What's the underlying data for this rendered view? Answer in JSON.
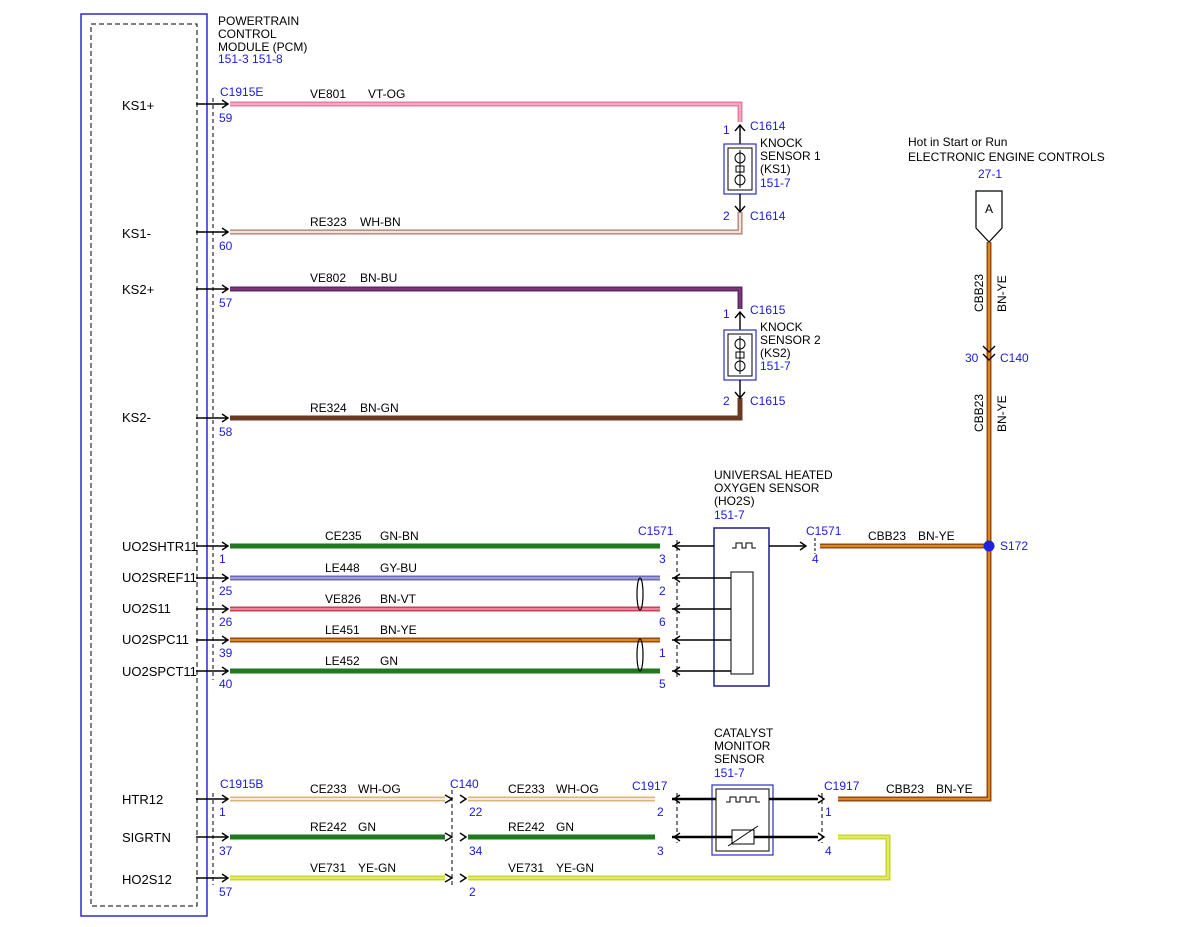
{
  "pcm": {
    "title_lines": [
      "POWERTRAIN",
      "CONTROL",
      "MODULE (PCM)"
    ],
    "ref": "151-3  151-8",
    "pins": [
      {
        "label": "KS1+"
      },
      {
        "label": "KS1-"
      },
      {
        "label": "KS2+"
      },
      {
        "label": "KS2-"
      },
      {
        "label": "UO2SHTR11"
      },
      {
        "label": "UO2SREF11"
      },
      {
        "label": "UO2S11"
      },
      {
        "label": "UO2SPC11"
      },
      {
        "label": "UO2SPCT11"
      },
      {
        "label": "HTR12"
      },
      {
        "label": "SIGRTN"
      },
      {
        "label": "HO2S12"
      }
    ]
  },
  "connectors": {
    "c1915e": "C1915E",
    "c1915b": "C1915B",
    "c1614": "C1614",
    "c1615": "C1615",
    "c1571": "C1571",
    "c1917": "C1917",
    "c140": "C140",
    "s172": "S172"
  },
  "pin_numbers": {
    "ks1_plus": "59",
    "ks1_minus": "60",
    "ks2_plus": "57",
    "ks2_minus": "58",
    "uo2shtr11": "1",
    "uo2sref11": "25",
    "uo2s11": "26",
    "uo2spc11": "39",
    "uo2spct11": "40",
    "htr12": "1",
    "sigrtn": "37",
    "ho2s12": "57",
    "c1614_top": "1",
    "c1614_bottom": "2",
    "c1615_top": "1",
    "c1615_bottom": "2",
    "c1571_heater": "3",
    "c1571_ref": "2",
    "c1571_signal": "6",
    "c1571_pc": "1",
    "c1571_pct": "5",
    "c1571_b_side": "4",
    "c140_htr": "22",
    "c140_sigrtn": "34",
    "c140_ho2s": "2",
    "c140_feed": "30",
    "c1917_htr": "2",
    "c1917_sigrtn": "3",
    "c1917_b_htr": "1",
    "c1917_b_sig": "4"
  },
  "wires": {
    "ve801": {
      "circuit": "VE801",
      "color": "VT-OG"
    },
    "re323": {
      "circuit": "RE323",
      "color": "WH-BN"
    },
    "ve802": {
      "circuit": "VE802",
      "color": "BN-BU"
    },
    "re324": {
      "circuit": "RE324",
      "color": "BN-GN"
    },
    "ce235": {
      "circuit": "CE235",
      "color": "GN-BN"
    },
    "le448": {
      "circuit": "LE448",
      "color": "GY-BU"
    },
    "ve826": {
      "circuit": "VE826",
      "color": "BN-VT"
    },
    "le451": {
      "circuit": "LE451",
      "color": "BN-YE"
    },
    "le452": {
      "circuit": "LE452",
      "color": "GN"
    },
    "ce233_a": {
      "circuit": "CE233",
      "color": "WH-OG"
    },
    "ce233_b": {
      "circuit": "CE233",
      "color": "WH-OG"
    },
    "re242_a": {
      "circuit": "RE242",
      "color": "GN"
    },
    "re242_b": {
      "circuit": "RE242",
      "color": "GN"
    },
    "ve731_a": {
      "circuit": "VE731",
      "color": "YE-GN"
    },
    "ve731_b": {
      "circuit": "VE731",
      "color": "YE-GN"
    },
    "cbb23_vertical_top": {
      "circuit": "CBB23",
      "color": "BN-YE"
    },
    "cbb23_vertical_mid": {
      "circuit": "CBB23",
      "color": "BN-YE"
    },
    "cbb23_ho2s": {
      "circuit": "CBB23",
      "color": "BN-YE"
    },
    "cbb23_cat": {
      "circuit": "CBB23",
      "color": "BN-YE"
    }
  },
  "components": {
    "ks1": {
      "lines": [
        "KNOCK",
        "SENSOR 1",
        "(KS1)"
      ],
      "ref": "151-7"
    },
    "ks2": {
      "lines": [
        "KNOCK",
        "SENSOR 2",
        "(KS2)"
      ],
      "ref": "151-7"
    },
    "ho2s": {
      "lines": [
        "UNIVERSAL HEATED",
        "OXYGEN SENSOR",
        "(HO2S)"
      ],
      "ref": "151-7"
    },
    "cat": {
      "lines": [
        "CATALYST",
        "MONITOR",
        "SENSOR"
      ],
      "ref": "151-7"
    }
  },
  "power": {
    "line1": "Hot in Start or Run",
    "line2": "ELECTRONIC ENGINE CONTROLS",
    "ref": "27-1",
    "tag": "A"
  },
  "colors": {
    "frame": "#2c2cc8",
    "label_blue": "#1a1adc",
    "VT-OG": [
      "#e87fa0",
      "#f4b8c8"
    ],
    "WH-BN": [
      "#f2e2da",
      "#a8786a"
    ],
    "BN-BU": [
      "#5a2a6a",
      "#8a3a7a"
    ],
    "BN-GN": [
      "#6b3a22",
      "#7a4426"
    ],
    "GN": [
      "#1f7a1f",
      "#2a8a2a"
    ],
    "GY-BU": [
      "#8a8ad0",
      "#6a6ab8"
    ],
    "BN-VT": [
      "#c8405a",
      "#e06878"
    ],
    "BN-YE": [
      "#9a4a10",
      "#f0a020"
    ],
    "WH-OG": [
      "#e8dcc0",
      "#d8b878"
    ],
    "YE-GN": [
      "#c8d830",
      "#eef070"
    ]
  }
}
